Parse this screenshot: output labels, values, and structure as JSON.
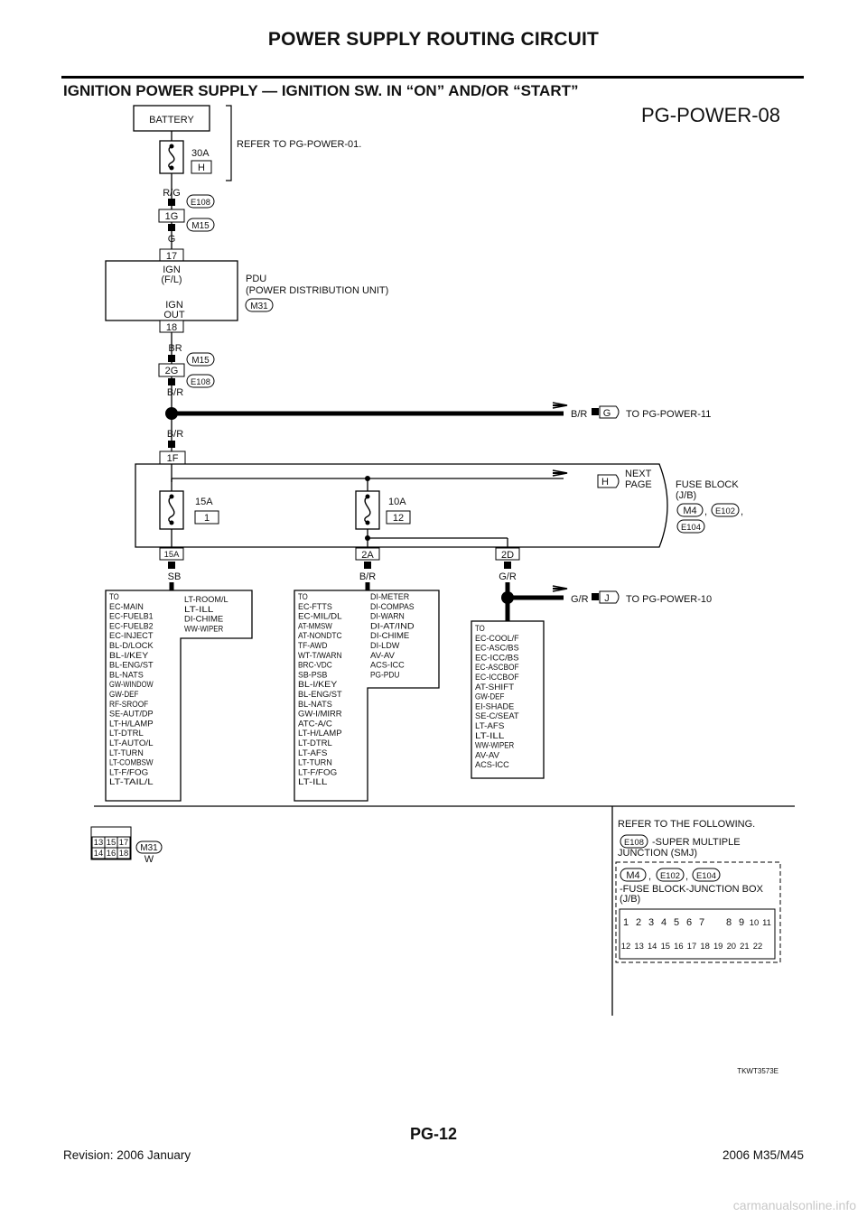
{
  "header": {
    "title": "POWER SUPPLY ROUTING CIRCUIT",
    "section": "IGNITION POWER SUPPLY — IGNITION SW. IN “ON” AND/OR “START”"
  },
  "diagram": {
    "id": "PG-POWER-08",
    "battery": "BATTERY",
    "fuse_main": {
      "rating": "30A",
      "code": "H"
    },
    "refer_top": "REFER TO PG-POWER-01.",
    "wire_rg": "R/G",
    "conn_e108": "E108",
    "conn_1g": "1G",
    "conn_m15": "M15",
    "wire_g": "G",
    "pdu": {
      "pin_in": "17",
      "in_label1": "IGN",
      "in_label2": "(F/L)",
      "out_label1": "IGN",
      "out_label2": "OUT",
      "pin_out": "18",
      "name1": "PDU",
      "name2": "(POWER DISTRIBUTION UNIT)",
      "conn": "M31"
    },
    "wire_br": "BR",
    "conn_2g": "2G",
    "wire_br2": "B/R",
    "to_power11": {
      "wire": "B/R",
      "code": "G",
      "text": "TO PG-POWER-11"
    },
    "wire_br3": "B/R",
    "conn_1f": "1F",
    "next_page": {
      "code": "H",
      "line1": "NEXT",
      "line2": "PAGE"
    },
    "fuse_block": {
      "line1": "FUSE BLOCK",
      "line2": "(J/B)",
      "c1": "M4",
      "c2": "E102",
      "c3": "E104",
      "sep": ","
    },
    "fuse_15a": {
      "rating": "15A",
      "num": "1",
      "term": "15A",
      "wire": "SB"
    },
    "fuse_10a": {
      "rating": "10A",
      "num": "12",
      "term": "2A",
      "wire": "B/R"
    },
    "term_2d": {
      "term": "2D",
      "wire": "G/R"
    },
    "to_power10": {
      "wire": "G/R",
      "code": "J",
      "text": "TO PG-POWER-10"
    },
    "list_sb_col1": [
      "TO",
      "EC-MAIN",
      "EC-FUELB1",
      "EC-FUELB2",
      "EC-INJECT",
      "BL-D/LOCK",
      "BL-I/KEY",
      "BL-ENG/ST",
      "BL-NATS",
      "GW-WINDOW",
      "GW-DEF",
      "RF-SROOF",
      "SE-AUT/DP",
      "LT-H/LAMP",
      "LT-DTRL",
      "LT-AUTO/L",
      "LT-TURN",
      "LT-COMBSW",
      "LT-F/FOG",
      "LT-TAIL/L"
    ],
    "list_sb_col2": [
      "LT-ROOM/L",
      "LT-ILL",
      "DI-CHIME",
      "WW-WIPER"
    ],
    "list_br_col1": [
      "TO",
      "EC-FTTS",
      "EC-MIL/DL",
      "AT-MMSW",
      "AT-NONDTC",
      "TF-AWD",
      "WT-T/WARN",
      "BRC-VDC",
      "SB-PSB",
      "BL-I/KEY",
      "BL-ENG/ST",
      "BL-NATS",
      "GW-I/MIRR",
      "ATC-A/C",
      "LT-H/LAMP",
      "LT-DTRL",
      "LT-AFS",
      "LT-TURN",
      "LT-F/FOG",
      "LT-ILL"
    ],
    "list_br_col2": [
      "DI-METER",
      "DI-COMPAS",
      "DI-WARN",
      "DI-AT/IND",
      "DI-CHIME",
      "DI-LDW",
      "AV-AV",
      "ACS-ICC",
      "PG-PDU"
    ],
    "list_gr": [
      "TO",
      "EC-COOL/F",
      "EC-ASC/BS",
      "EC-ICC/BS",
      "EC-ASCBOF",
      "EC-ICCBOF",
      "AT-SHIFT",
      "GW-DEF",
      "EI-SHADE",
      "SE-C/SEAT",
      "LT-AFS",
      "LT-ILL",
      "WW-WIPER",
      "AV-AV",
      "ACS-ICC"
    ]
  },
  "legend": {
    "m31_pins_top": [
      "13",
      "15",
      "17"
    ],
    "m31_pins_bottom": [
      "14",
      "16",
      "18"
    ],
    "m31": "M31",
    "m31_color": "W",
    "refer": "REFER TO THE FOLLOWING.",
    "e108": "E108",
    "smj1": "-SUPER MULTIPLE",
    "smj2": "JUNCTION (SMJ)",
    "m4": "M4",
    "e102": "E102",
    "e104": "E104",
    "sep": ",",
    "fbjb1": "-FUSE BLOCK-JUNCTION BOX",
    "fbjb2": "(J/B)",
    "jb_top": [
      "1",
      "2",
      "3",
      "4",
      "5",
      "6",
      "7",
      "8",
      "9",
      "10",
      "11"
    ],
    "jb_bottom": [
      "12",
      "13",
      "14",
      "15",
      "16",
      "17",
      "18",
      "19",
      "20",
      "21",
      "22"
    ],
    "code": "TKWT3573E"
  },
  "footer": {
    "page": "PG-12",
    "revision": "Revision: 2006 January",
    "model": "2006 M35/M45",
    "watermark": "carmanualsonline.info"
  }
}
